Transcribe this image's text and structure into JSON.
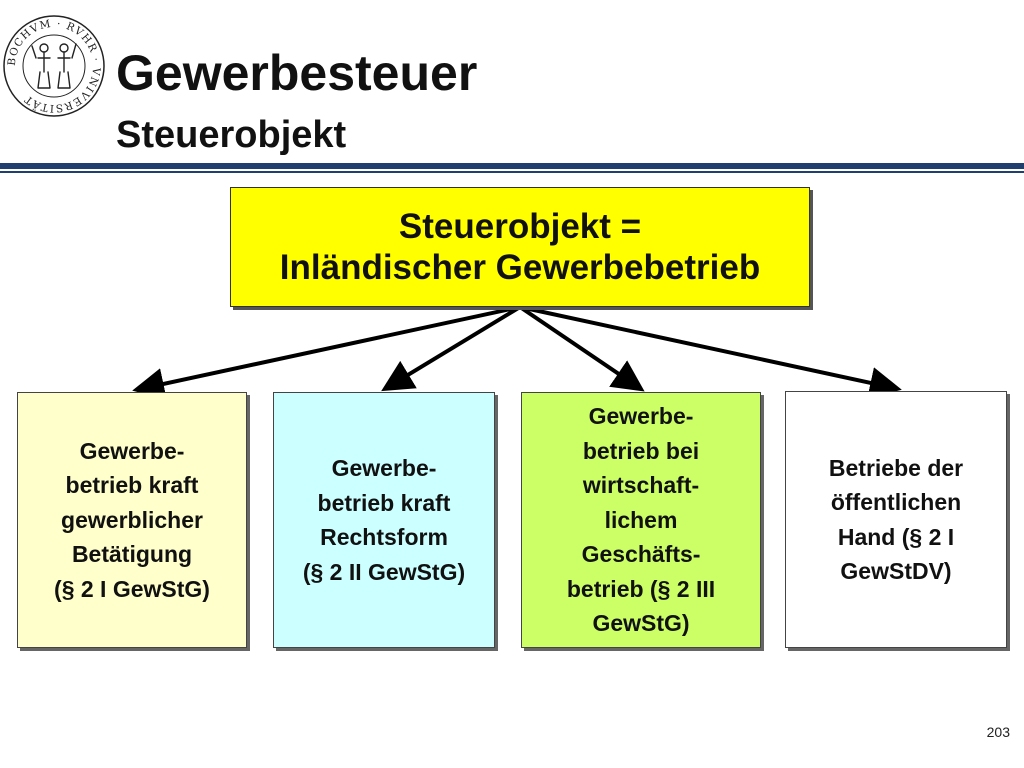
{
  "header": {
    "title": "Gewerbesteuer",
    "subtitle": "Steuerobjekt",
    "logo": {
      "icon": "university-seal-logo",
      "ring_text": "BOCHVM · RVHR · VNIVERSITÄT"
    },
    "rule_color": "#1f3f6e"
  },
  "diagram": {
    "root": {
      "lines": [
        "Steuerobjekt =",
        "Inländischer Gewerbebetrieb"
      ],
      "color": "#ffff00"
    },
    "children": [
      {
        "lines": [
          "Gewerbe-",
          "betrieb kraft",
          "gewerblicher",
          "Betätigung",
          "(§ 2 I GewStG)"
        ],
        "color": "#ffffcc"
      },
      {
        "lines": [
          "Gewerbe-",
          "betrieb kraft",
          "Rechtsform",
          "(§ 2 II GewStG)"
        ],
        "color": "#ccffff"
      },
      {
        "lines": [
          "Gewerbe-",
          "betrieb bei",
          "wirtschaft-",
          "lichem",
          "Geschäfts-",
          "betrieb (§ 2 III",
          "GewStG)"
        ],
        "color": "#ccff66"
      },
      {
        "lines": [
          "Betriebe der",
          "öffentlichen",
          "Hand (§ 2 I",
          "GewStDV)"
        ],
        "color": "#ffffff"
      }
    ]
  },
  "footer": {
    "page_number": "203"
  }
}
